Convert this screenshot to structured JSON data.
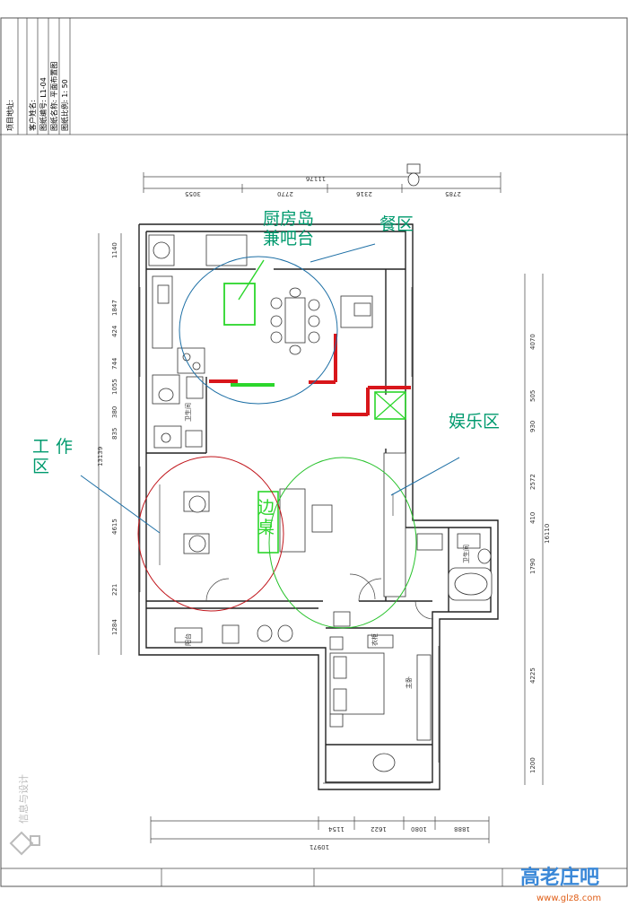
{
  "title_block": {
    "lines": [
      "项目地址:",
      "客户姓名:",
      "图纸编号: L1-04",
      "图纸名称: 平面布置图",
      "图纸比例: 1: 50"
    ]
  },
  "annotations": {
    "kitchen_island": [
      "厨房岛",
      "兼吧台"
    ],
    "dining": "餐区",
    "entertainment": "娱乐区",
    "work": [
      "工",
      "作",
      "区"
    ],
    "side_table": [
      "边",
      "桌"
    ]
  },
  "room_labels": {
    "bath1": "卫生间",
    "bath2": "卫生间",
    "balcony": "阳台",
    "bedroom": "主卧",
    "wardrobe": "衣柜"
  },
  "dimensions": {
    "top_total": "11176",
    "top_segments": [
      "3055",
      "2770",
      "2316",
      "2785"
    ],
    "left_total": "13139",
    "left_segments": [
      "1140",
      "1847",
      "424",
      "744",
      "1055",
      "380",
      "835",
      "4615",
      "221",
      "1284"
    ],
    "right_total": "16110",
    "right_segments": [
      "4070",
      "505",
      "930",
      "2572",
      "410",
      "1790",
      "4225",
      "1200"
    ],
    "bottom_total": "10971",
    "bottom_segments": [
      "1154",
      "1622",
      "1080",
      "1888"
    ]
  },
  "watermark": {
    "left_logo": "信息与设计",
    "right_logo": "高老庄吧",
    "url": "www.glz8.com"
  },
  "colors": {
    "annotation_text": "#009a6e",
    "blue_circle": "#1d6fa5",
    "red_circle": "#c0141a",
    "green_circle": "#27c22b",
    "highlight_green": "#2bd62b",
    "highlight_red": "#d8161b",
    "leader_blue": "#1d6fa5"
  }
}
